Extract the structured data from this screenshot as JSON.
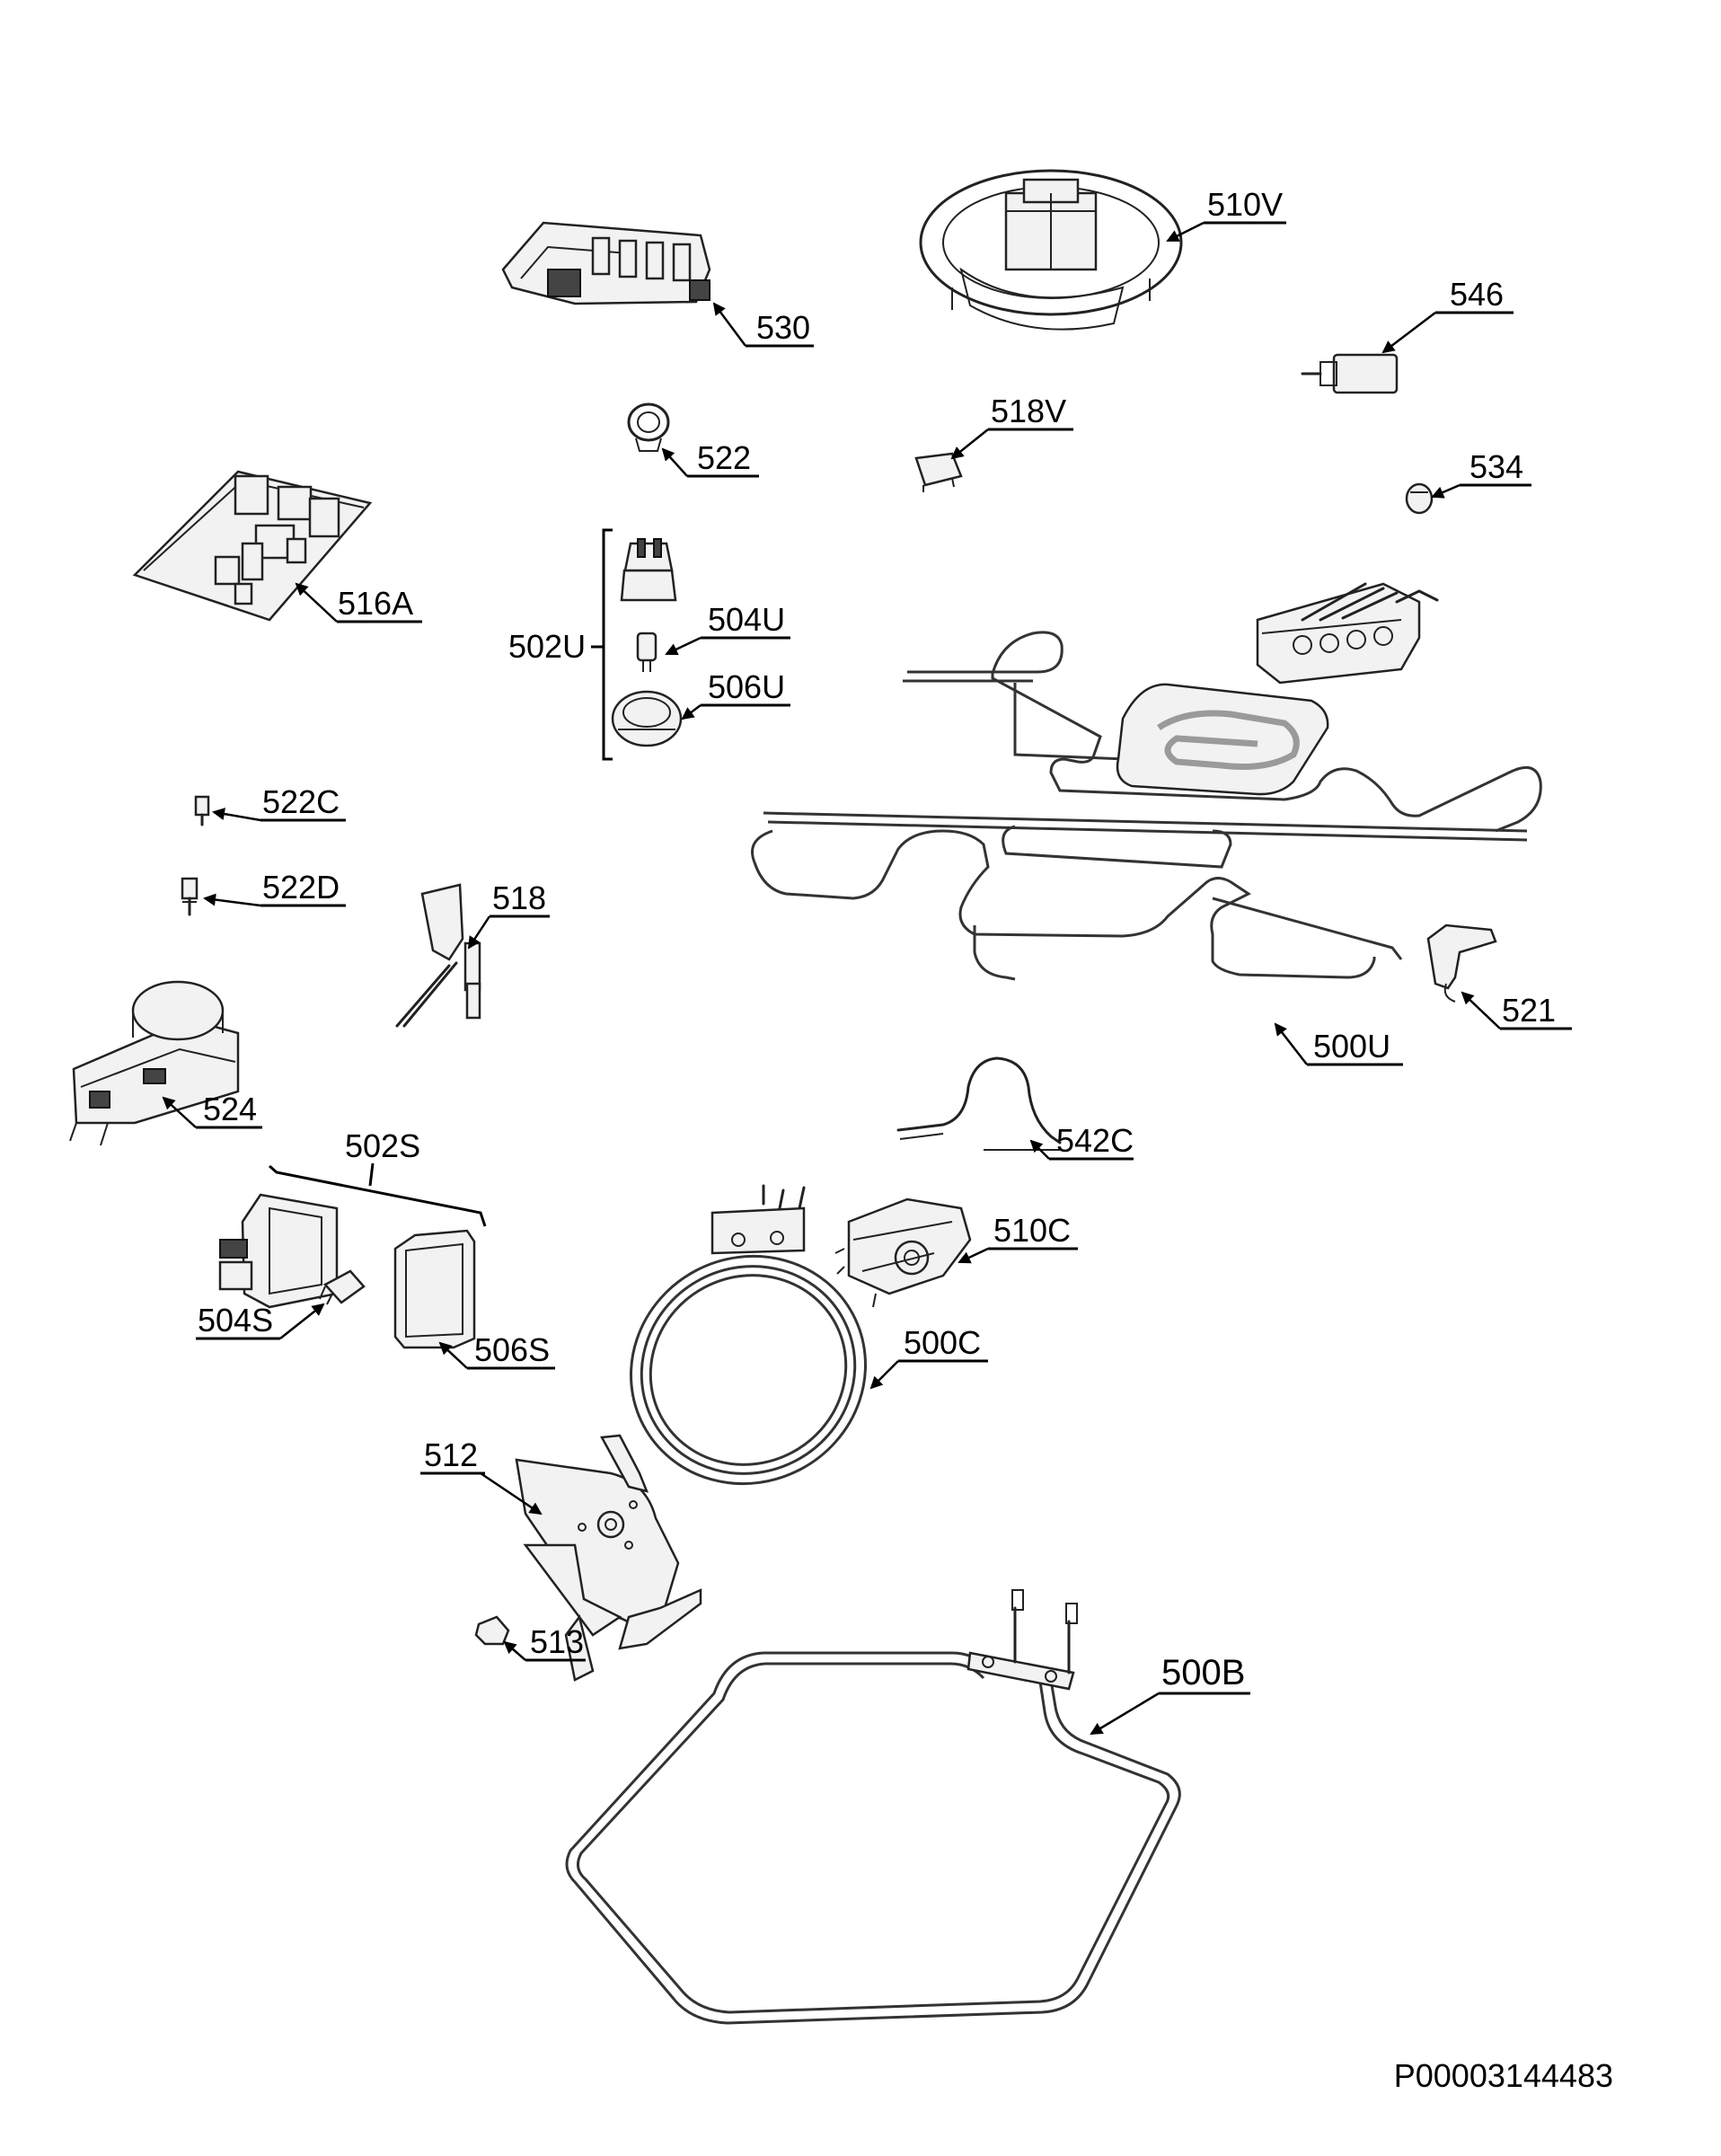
{
  "document_id": "P00003144483",
  "labels": {
    "l530": "530",
    "l510V": "510V",
    "l546": "546",
    "l522": "522",
    "l518V": "518V",
    "l534": "534",
    "l516A": "516A",
    "l502U": "502U",
    "l504U": "504U",
    "l506U": "506U",
    "l522C": "522C",
    "l522D": "522D",
    "l518": "518",
    "l524": "524",
    "l521": "521",
    "l500U": "500U",
    "l542C": "542C",
    "l502S": "502S",
    "l510C": "510C",
    "l504S": "504S",
    "l506S": "506S",
    "l500C": "500C",
    "l512": "512",
    "l513": "513",
    "l500B": "500B"
  }
}
